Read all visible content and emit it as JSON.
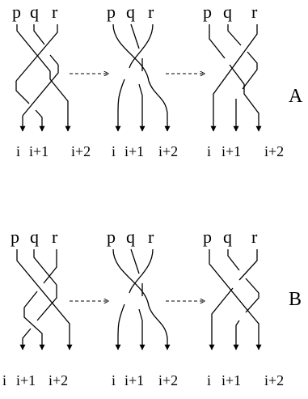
{
  "top_labels": [
    "p",
    "q",
    "r"
  ],
  "bottom_labels": [
    "i",
    "i+1",
    "i+2"
  ],
  "rows": [
    {
      "label": "A"
    },
    {
      "label": "B"
    }
  ]
}
